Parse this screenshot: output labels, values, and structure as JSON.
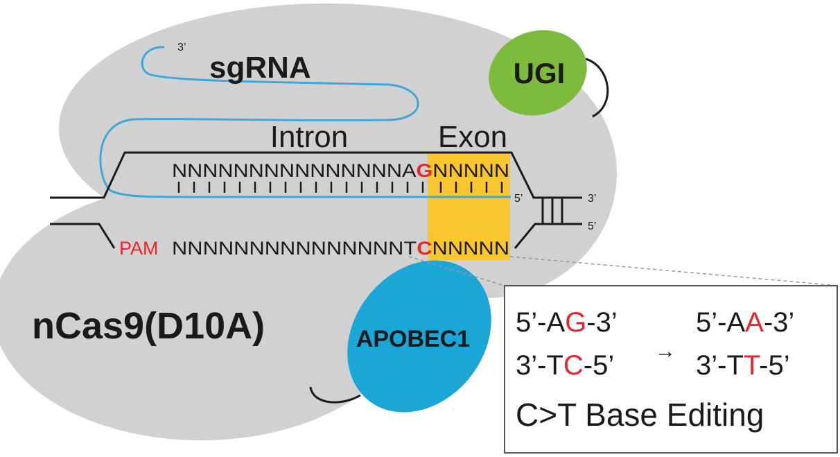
{
  "labels": {
    "sgrna": "sgRNA",
    "rna_3prime": "3’",
    "ugi": "UGI",
    "intron": "Intron",
    "exon": "Exon",
    "pam": "PAM",
    "apobec": "APOBEC1",
    "ncas9": "nCas9(D10A)",
    "target_5prime": "5’",
    "right_3prime": "3’",
    "right_5prime": "5’"
  },
  "top_strand": {
    "intron_seq": "NNNNNNNNNNNNNNNA",
    "edit_base": "G",
    "exon_seq": "NNNNN"
  },
  "bottom_strand": {
    "intron_seq": "NNNNNNNNNNNNNNNT",
    "edit_base": "C",
    "exon_seq": "NNNNN"
  },
  "inset": {
    "before_top": {
      "prefix": "5’-A",
      "base": "G",
      "suffix": "-3’"
    },
    "before_bottom": {
      "prefix": "3’-T",
      "base": "C",
      "suffix": "-5’"
    },
    "after_top": {
      "prefix": "5’-A",
      "base": "A",
      "suffix": "-3’"
    },
    "after_bottom": {
      "prefix": "3’-T",
      "base": "T",
      "suffix": "-5’"
    },
    "arrow": "→",
    "caption": "C>T Base Editing"
  },
  "colors": {
    "protein_gray": "#d1d1d1",
    "rna_blue": "#3ea8dc",
    "ugi_green": "#7dbb3c",
    "apobec_blue": "#1ba6d8",
    "exon_yellow": "#f9c62d",
    "edit_red": "#e8262a"
  }
}
